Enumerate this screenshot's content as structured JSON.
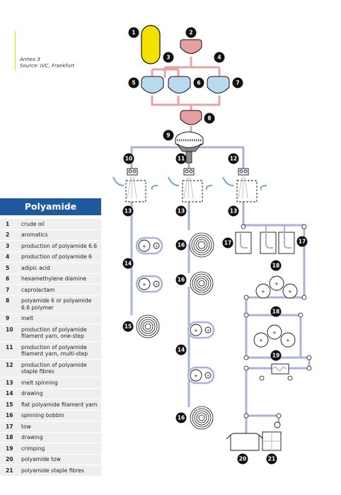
{
  "annex": {
    "line1": "Annex 3",
    "line2": "Source: IVC, Frankfurt"
  },
  "legend": {
    "title": "Polyamide",
    "rows": [
      {
        "num": "1",
        "label": "crude oil"
      },
      {
        "num": "2",
        "label": "aromatics"
      },
      {
        "num": "3",
        "label": "production of polyamide 6.6"
      },
      {
        "num": "4",
        "label": "production of polyamide 6"
      },
      {
        "num": "5",
        "label": "adipic acid"
      },
      {
        "num": "6",
        "label": "hexamethylene diamine"
      },
      {
        "num": "7",
        "label": "caprolactam"
      },
      {
        "num": "8",
        "label": "polyamide 6 or polyamide 6.6 polymer"
      },
      {
        "num": "9",
        "label": "melt"
      },
      {
        "num": "10",
        "label": "production of polyamide filament yarn, one-step"
      },
      {
        "num": "11",
        "label": "production of polyamide filament yarn, multi-step"
      },
      {
        "num": "12",
        "label": "production of polyamide staple fibres"
      },
      {
        "num": "13",
        "label": "melt spinning"
      },
      {
        "num": "14",
        "label": "drawing"
      },
      {
        "num": "15",
        "label": "flat polyamide filament yarn"
      },
      {
        "num": "16",
        "label": "spinning bobbin"
      },
      {
        "num": "17",
        "label": "tow"
      },
      {
        "num": "18",
        "label": "drawing"
      },
      {
        "num": "19",
        "label": "crimping"
      },
      {
        "num": "20",
        "label": "polyamide tow"
      },
      {
        "num": "21",
        "label": "polyamide staple fibres"
      }
    ]
  },
  "colors": {
    "legend_header": "#1e5a9c",
    "crude_oil": "#f5e100",
    "tank": "#e7a0a0",
    "vessel": "#b8d9ef",
    "pipe": "#e3a5a5",
    "fibre_path": "#a9b3d8",
    "badge": "#111111"
  }
}
